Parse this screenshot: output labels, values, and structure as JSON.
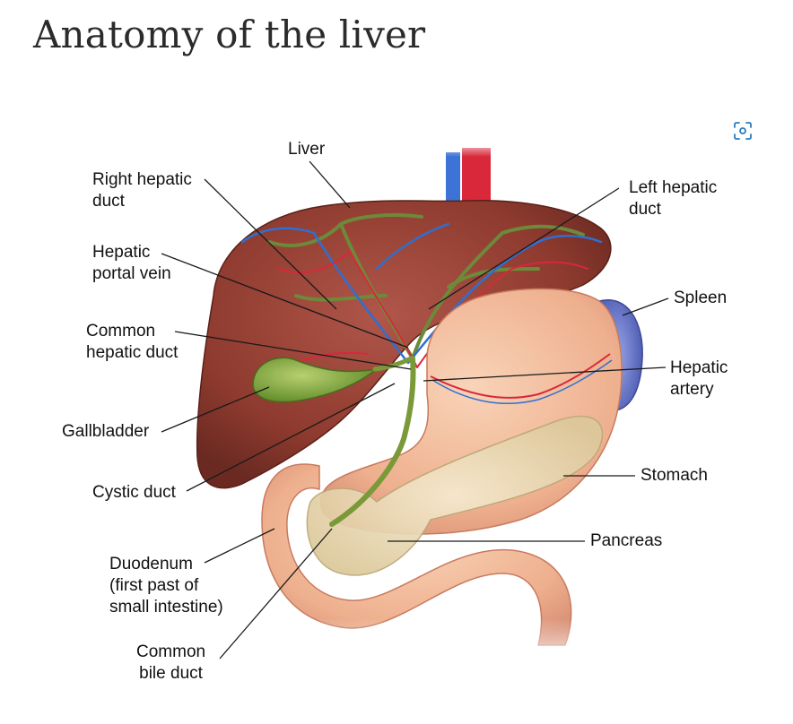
{
  "page": {
    "title": "Anatomy of the liver"
  },
  "zoom_button": {
    "icon": "expand-image-icon"
  },
  "labels": {
    "liver": "Liver",
    "right_hepatic_duct": [
      "Right hepatic",
      "duct"
    ],
    "hepatic_portal_vein": [
      "Hepatic",
      "portal vein"
    ],
    "common_hepatic_duct": [
      "Common",
      "hepatic duct"
    ],
    "gallbladder": "Gallbladder",
    "cystic_duct": "Cystic duct",
    "duodenum": [
      "Duodenum",
      "(first past of",
      "small intestine)"
    ],
    "common_bile_duct": [
      "Common",
      "bile duct"
    ],
    "left_hepatic_duct": [
      "Left hepatic",
      "duct"
    ],
    "spleen": "Spleen",
    "hepatic_artery": [
      "Hepatic",
      "artery"
    ],
    "stomach": "Stomach",
    "pancreas": "Pancreas"
  },
  "colors": {
    "liver": "#8e3a2e",
    "stomach": "#eeb08e",
    "pancreas": "#efe0b8",
    "gallbladder": "#7fa23c",
    "spleen": "#6a78c8",
    "artery": "#d8283a",
    "vein": "#2f6fd0",
    "duct": "#6c8a3a"
  }
}
